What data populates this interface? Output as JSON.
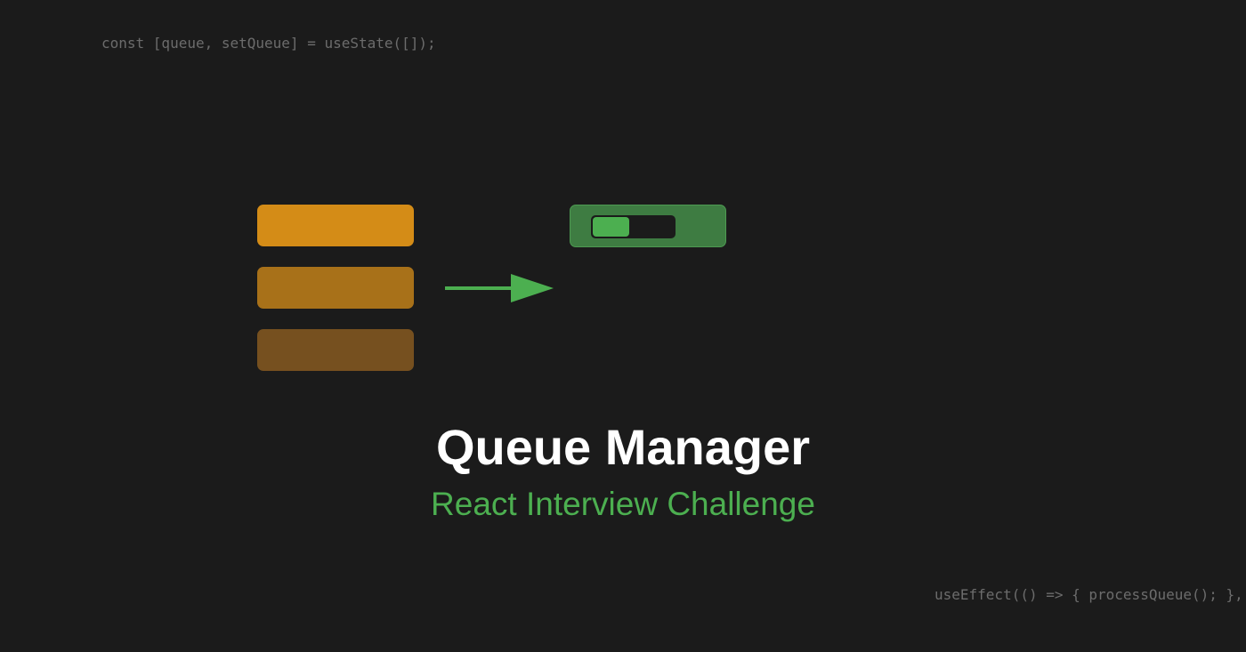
{
  "code_snippets": {
    "top": "const [queue, setQueue] = useState([]);",
    "bottom": "useEffect(() => { processQueue(); },"
  },
  "queue_items": [
    {
      "color": "#d48c17"
    },
    {
      "color": "#a87119"
    },
    {
      "color": "#76501f"
    }
  ],
  "arrow": {
    "icon": "arrow-right-icon",
    "color": "#4caf50"
  },
  "processor": {
    "color": "#3e7c42",
    "border_color": "#4d9a51",
    "progress_fill_color": "#4caf50",
    "progress": 0.45
  },
  "title": "Queue Manager",
  "subtitle": "React Interview Challenge",
  "colors": {
    "background": "#1b1b1b",
    "accent": "#4caf50",
    "code_text": "#6c6c6c",
    "title_text": "#ffffff"
  }
}
